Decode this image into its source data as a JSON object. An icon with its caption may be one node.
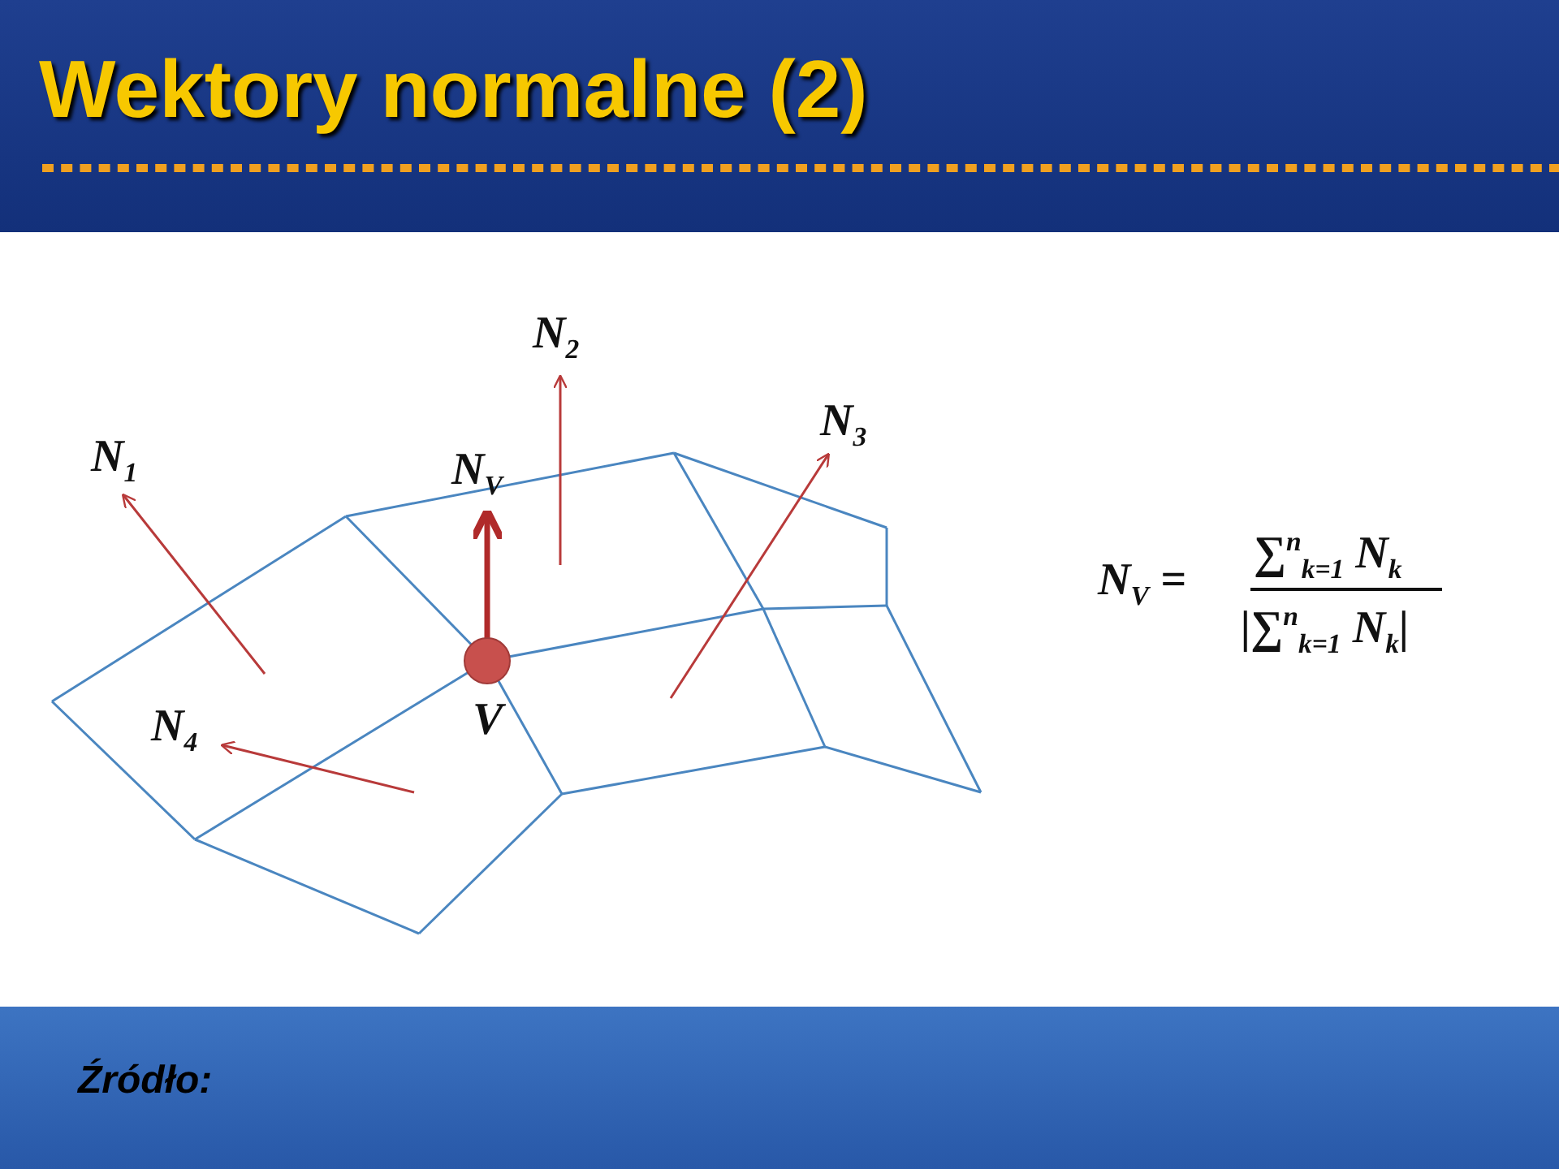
{
  "diagram": {
    "title": "Wektory normalne (2)",
    "labels": [
      "N$_{1}$",
      "N$_{2}$",
      "N$_{V}$",
      "N$_{3}$",
      "V",
      "N$_{4}$",
      "N$_{V}$ =",
      "∑$^{n}$$_{k=1}$ N$_{k}$",
      "|∑$^{n}$$_{k=1}$ N$_{k}$|",
      "Źródło:"
    ]
  }
}
